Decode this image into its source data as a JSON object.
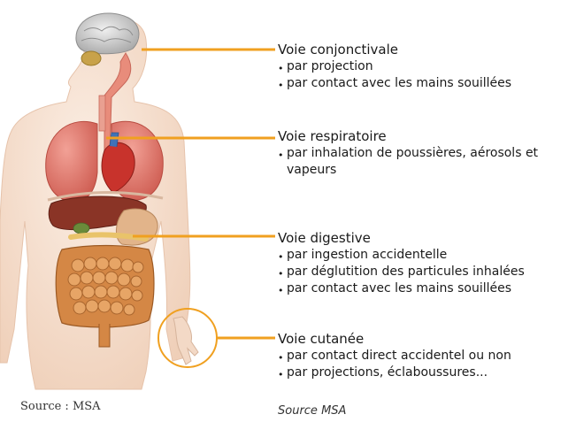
{
  "routes": [
    {
      "title": "Voie conjonctivale",
      "items": [
        "par projection",
        "par contact avec les mains souillées"
      ]
    },
    {
      "title": "Voie respiratoire",
      "items": [
        "par inhalation de poussières, aérosols et vapeurs"
      ]
    },
    {
      "title": "Voie digestive",
      "items": [
        "par ingestion accidentelle",
        "par déglutition des particules inhalées",
        "par contact avec les mains souillées"
      ]
    },
    {
      "title": "Voie cutanée",
      "items": [
        "par contact direct accidentel ou non",
        "par projections, éclaboussures..."
      ]
    }
  ],
  "source_left": "Source : MSA",
  "source_right": "Source MSA",
  "colors": {
    "connector": "#f0a020",
    "skin": "#f3d9c6",
    "lungs": "#e57a6e",
    "liver": "#8a3426",
    "intestines": "#d48745",
    "brain": "#c9c9c9"
  }
}
